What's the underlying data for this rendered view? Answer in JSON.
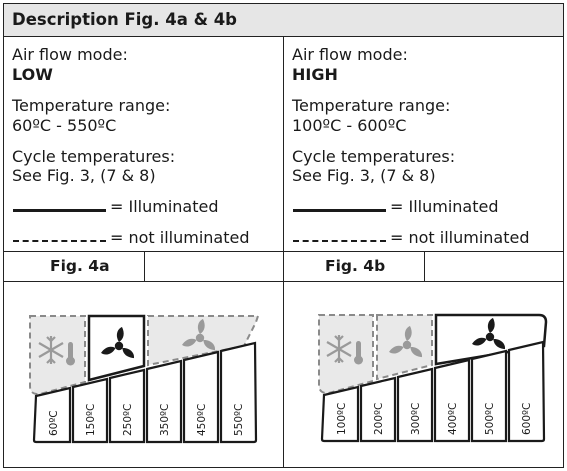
{
  "header": {
    "title": "Description Fig. 4a & 4b"
  },
  "left": {
    "airflow_label": "Air flow mode:",
    "airflow_value": "LOW",
    "temp_label": "Temperature range:",
    "temp_value": "60ºC - 550ºC",
    "cycle_label": "Cycle temperatures:",
    "cycle_value": "See Fig. 3, (7 & 8)",
    "illuminated": "= Illuminated",
    "not_illuminated": "= not illuminated"
  },
  "right": {
    "airflow_label": "Air flow mode:",
    "airflow_value": "HIGH",
    "temp_label": "Temperature range:",
    "temp_value": "100ºC - 600ºC",
    "cycle_label": "Cycle temperatures:",
    "cycle_value": "See Fig. 3, (7 & 8)",
    "illuminated": "= Illuminated",
    "not_illuminated": "= not illuminated"
  },
  "fig_a": {
    "label": "Fig. 4a",
    "temps": [
      "60ºC",
      "150ºC",
      "250ºC",
      "350ºC",
      "450ºC",
      "550ºC"
    ],
    "icons": [
      "snowflake-thermometer-icon",
      "fan-icon",
      "fan-icon"
    ]
  },
  "fig_b": {
    "label": "Fig. 4b",
    "temps": [
      "100ºC",
      "200ºC",
      "300ºC",
      "400ºC",
      "500ºC",
      "600ºC"
    ],
    "icons": [
      "snowflake-thermometer-icon",
      "fan-icon",
      "fan-icon"
    ]
  }
}
